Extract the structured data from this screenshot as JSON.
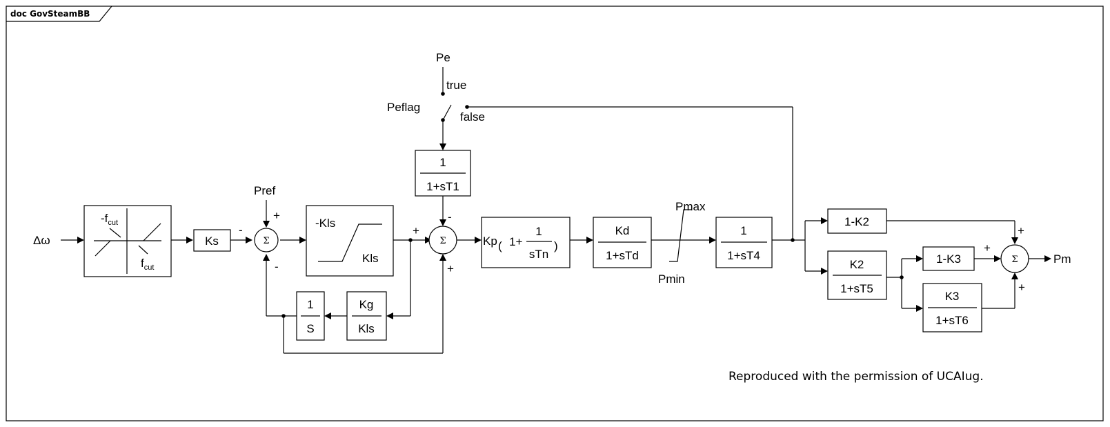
{
  "frame": {
    "title": "doc GovSteamBB"
  },
  "labels": {
    "input": "Δω",
    "pe": "Pe",
    "true": "true",
    "peflag": "Peflag",
    "false": "false",
    "pref": "Pref",
    "pmax": "Pmax",
    "pmin": "Pmin",
    "output": "Pm",
    "sum_symbol": "Σ"
  },
  "signs": {
    "s1_top": "+",
    "s1_left": "-",
    "s1_bottom": "-",
    "s2_left": "+",
    "s2_top": "-",
    "s2_bottom": "+",
    "s3_top_left": "+",
    "s3_left": "+",
    "s3_bottom": "+"
  },
  "blocks": {
    "deadband": {
      "neg": "-f",
      "pos": "f",
      "sub": "cut"
    },
    "ks": "Ks",
    "limiter": {
      "top": "-Kls",
      "bottom": "Kls"
    },
    "t1": {
      "num": "1",
      "den": "1+sT1"
    },
    "integrator": {
      "num": "1",
      "den": "S"
    },
    "kg": {
      "num": "Kg",
      "den": "Kls"
    },
    "pi": {
      "kp": "Kp",
      "one_plus": "1+",
      "num": "1",
      "den": "sTn"
    },
    "td": {
      "num": "Kd",
      "den": "1+sTd"
    },
    "t4": {
      "num": "1",
      "den": "1+sT4"
    },
    "k2a": "1-K2",
    "t5": {
      "num": "K2",
      "den": "1+sT5"
    },
    "k3a": "1-K3",
    "t6": {
      "num": "K3",
      "den": "1+sT6"
    }
  },
  "footer": {
    "credit": "Reproduced with the permission of UCAIug."
  }
}
